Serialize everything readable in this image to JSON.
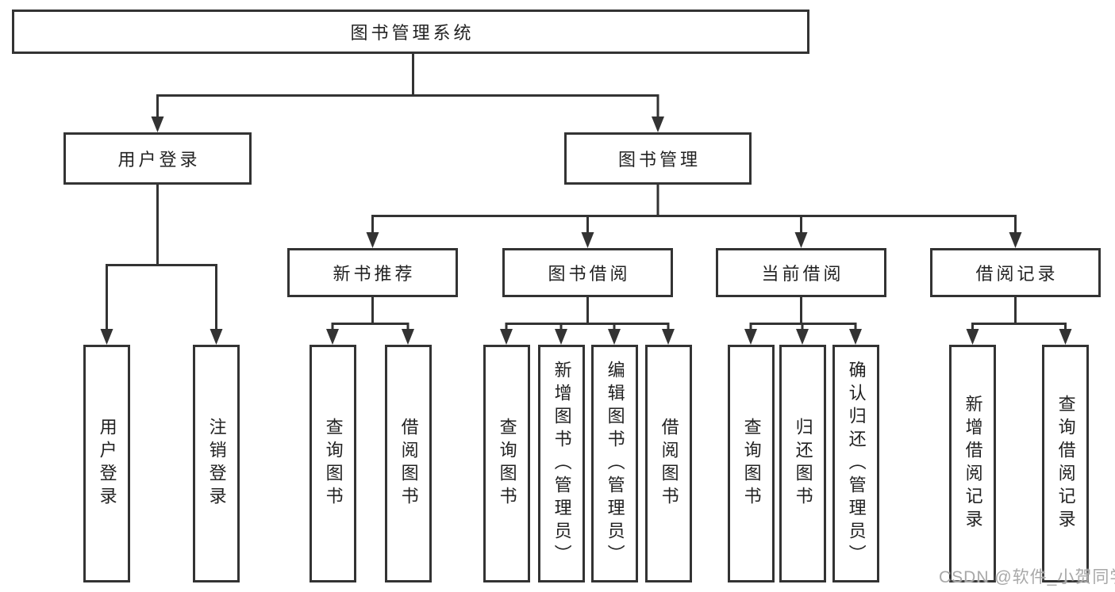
{
  "meta": {
    "diagram_type": "hierarchy-tree",
    "watermark": "CSDN @软件_小贺同学",
    "colors": {
      "background": "#ffffff",
      "line": "#333333",
      "text": "#222222",
      "watermark": "#a8a8a8"
    }
  },
  "nodes": {
    "root": {
      "label": "图书管理系统"
    },
    "user_login": {
      "label": "用户登录"
    },
    "book_mgmt": {
      "label": "图书管理"
    },
    "new_book_rec": {
      "label": "新书推荐"
    },
    "book_borrow": {
      "label": "图书借阅"
    },
    "current_borrow": {
      "label": "当前借阅"
    },
    "borrow_record": {
      "label": "借阅记录"
    },
    "login_user": {
      "label": "用户登录"
    },
    "login_logout": {
      "label": "注销登录"
    },
    "nbr_query": {
      "label": "查询图书"
    },
    "nbr_borrow": {
      "label": "借阅图书"
    },
    "bb_query": {
      "label": "查询图书"
    },
    "bb_add": {
      "label": "新增图书（管理员）"
    },
    "bb_edit": {
      "label": "编辑图书（管理员）"
    },
    "bb_borrow": {
      "label": "借阅图书"
    },
    "cb_query": {
      "label": "查询图书"
    },
    "cb_return": {
      "label": "归还图书"
    },
    "cb_confirm": {
      "label": "确认归还（管理员）"
    },
    "br_add": {
      "label": "新增借阅记录"
    },
    "br_query": {
      "label": "查询借阅记录"
    }
  }
}
